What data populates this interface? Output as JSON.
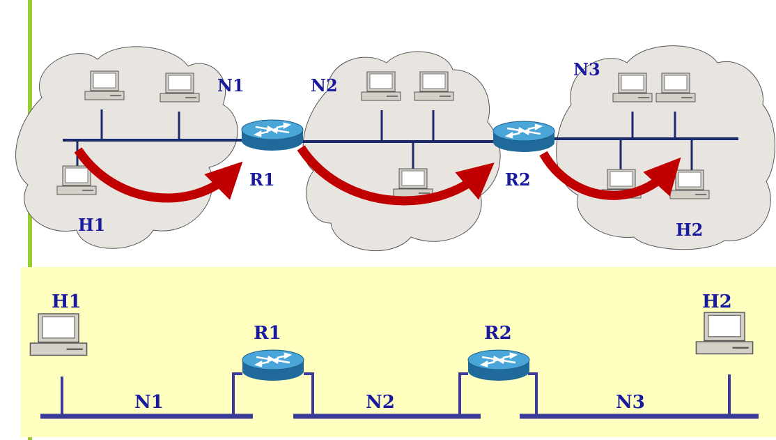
{
  "top": {
    "labels": {
      "n1": "N1",
      "n2": "N2",
      "n3": "N3",
      "r1": "R1",
      "r2": "R2",
      "h1": "H1",
      "h2": "H2"
    }
  },
  "bottom": {
    "labels": {
      "h1": "H1",
      "h2": "H2",
      "r1": "R1",
      "r2": "R2",
      "n1": "N1",
      "n2": "N2",
      "n3": "N3"
    }
  },
  "colors": {
    "accent_bar": "#9acd32",
    "cloud_fill": "#e8e4df",
    "link_line": "#1b2a6b",
    "arrow": "#c00000",
    "label_text": "#1a1a9e",
    "bottom_panel": "#ffffc0",
    "router_top": "#3a93c9",
    "router_side": "#1f6a9a"
  }
}
